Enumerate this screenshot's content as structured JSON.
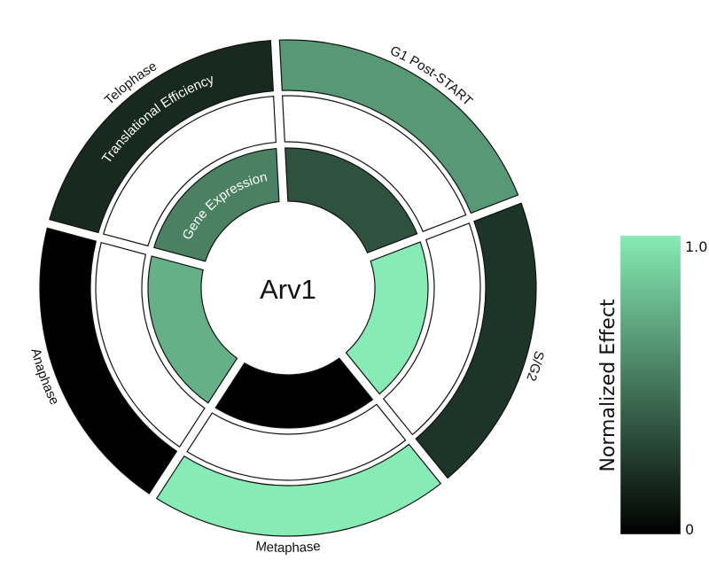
{
  "chart_data": {
    "type": "radial-heatmap",
    "title": "Arv1",
    "phases": [
      "G1 Post-START",
      "S/G2",
      "Metaphase",
      "Anaphase",
      "Telophase"
    ],
    "rings": [
      {
        "name": "Gene Expression",
        "values": [
          0.35,
          1.0,
          0.0,
          0.75,
          0.55
        ]
      },
      {
        "name": "",
        "values": [
          null,
          null,
          null,
          null,
          null
        ]
      },
      {
        "name": "Translational Efficiency",
        "values": [
          0.65,
          0.22,
          1.0,
          0.0,
          0.18
        ]
      }
    ],
    "colorbar": {
      "label": "Normalized Effect",
      "min_label": "0",
      "max_label": "1.0",
      "range": [
        0,
        1
      ],
      "color_min": "#000000",
      "color_max": "#86EBB4"
    }
  }
}
